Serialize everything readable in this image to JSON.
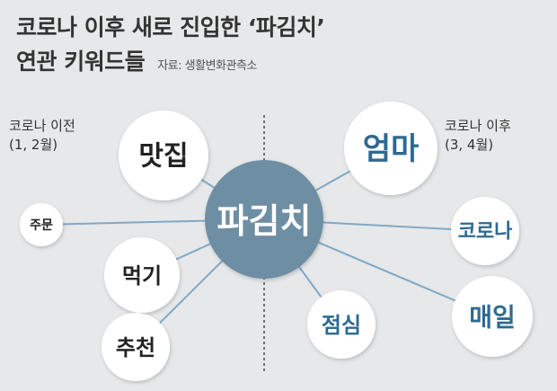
{
  "title": {
    "line1": "코로나 이후  새로 진입한 ‘파김치’",
    "line2": "연관 키워드들",
    "source": "자료: 생활변화관측소"
  },
  "periods": {
    "before": [
      "코로나 이전",
      "(1, 2월)"
    ],
    "after": [
      "코로나 이후",
      "(3, 4월)"
    ]
  },
  "center": {
    "label": "파김치"
  },
  "keywords": {
    "before": [
      "맛집",
      "주문",
      "먹기",
      "추천"
    ],
    "after": [
      "엄마",
      "코로나",
      "점심",
      "매일"
    ]
  },
  "colors": {
    "background": "#e7e8e9",
    "center_fill": "#6e8ea4",
    "node_fill": "#ffffff",
    "line": "#7fa8c6",
    "text_dark": "#222222",
    "text_blue": "#2e6a92",
    "divider": "#333333"
  }
}
